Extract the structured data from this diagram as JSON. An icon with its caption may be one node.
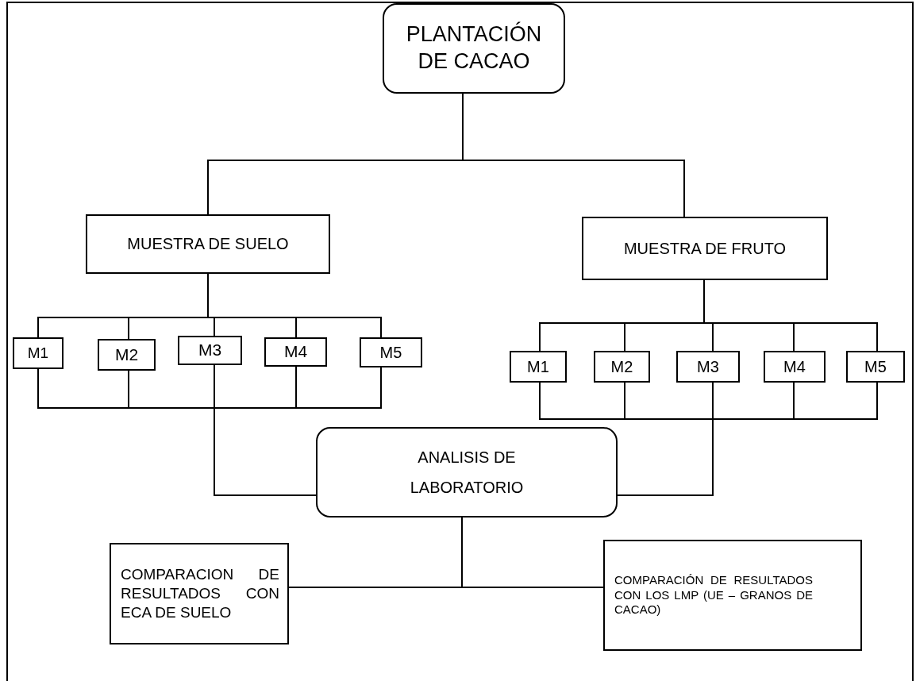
{
  "diagram": {
    "nodes": [
      {
        "text": [
          "PLANTACIÓN DE CACAO"
        ]
      },
      {
        "text": [
          "MUESTRA DE SUELO"
        ]
      },
      {
        "text": [
          "MUESTRA DE FRUTO"
        ]
      },
      {
        "text": [
          "M1"
        ]
      },
      {
        "text": [
          "M2"
        ]
      },
      {
        "text": [
          "M3"
        ]
      },
      {
        "text": [
          "M4"
        ]
      },
      {
        "text": [
          "M5"
        ]
      },
      {
        "text": [
          "M1"
        ]
      },
      {
        "text": [
          "M2"
        ]
      },
      {
        "text": [
          "M3"
        ]
      },
      {
        "text": [
          "M4"
        ]
      },
      {
        "text": [
          "M5"
        ]
      },
      {
        "text": [
          "ANALISIS DE LABORATORIO"
        ]
      },
      {
        "text": [
          "COMPARACION DE RESULTADOS CON ECA DE SUELO"
        ]
      },
      {
        "text": [
          "COMPARACIÓN DE RESULTADOS CON LOS LMP (UE – GRANOS DE CACAO)"
        ]
      }
    ],
    "edges": [
      {
        "from": 0,
        "to": 1,
        "arrow": "none"
      },
      {
        "from": 0,
        "to": 2,
        "arrow": "none"
      },
      {
        "from": 1,
        "to": 3,
        "arrow": "none"
      },
      {
        "from": 1,
        "to": 4,
        "arrow": "none"
      },
      {
        "from": 1,
        "to": 5,
        "arrow": "none"
      },
      {
        "from": 1,
        "to": 6,
        "arrow": "none"
      },
      {
        "from": 1,
        "to": 7,
        "arrow": "none"
      },
      {
        "from": 2,
        "to": 8,
        "arrow": "none"
      },
      {
        "from": 2,
        "to": 9,
        "arrow": "none"
      },
      {
        "from": 2,
        "to": 10,
        "arrow": "none"
      },
      {
        "from": 2,
        "to": 11,
        "arrow": "none"
      },
      {
        "from": 2,
        "to": 12,
        "arrow": "none"
      },
      {
        "from": 3,
        "to": 13,
        "arrow": "none"
      },
      {
        "from": 4,
        "to": 13,
        "arrow": "none"
      },
      {
        "from": 5,
        "to": 13,
        "arrow": "none"
      },
      {
        "from": 6,
        "to": 13,
        "arrow": "none"
      },
      {
        "from": 7,
        "to": 13,
        "arrow": "none"
      },
      {
        "from": 8,
        "to": 13,
        "arrow": "none"
      },
      {
        "from": 9,
        "to": 13,
        "arrow": "none"
      },
      {
        "from": 10,
        "to": 13,
        "arrow": "none"
      },
      {
        "from": 11,
        "to": 13,
        "arrow": "none"
      },
      {
        "from": 12,
        "to": 13,
        "arrow": "none"
      },
      {
        "from": 13,
        "to": 14,
        "arrow": "none"
      },
      {
        "from": 13,
        "to": 15,
        "arrow": "none"
      }
    ]
  }
}
